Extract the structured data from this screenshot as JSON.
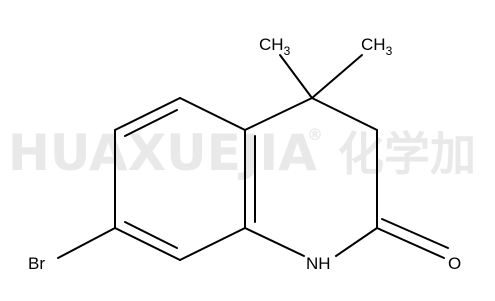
{
  "watermark": {
    "latin": "HUAXUEJIA",
    "registered_mark": "®",
    "chinese": "化学加"
  },
  "molecule": {
    "atoms": {
      "methyl_left": {
        "main": "CH",
        "sub": "3"
      },
      "methyl_right": {
        "main": "CH",
        "sub": "3"
      },
      "bromine": "Br",
      "nitrogen": "NH",
      "oxygen": "O"
    }
  },
  "colors": {
    "bond": "#000000",
    "watermark": "#e9e9e9",
    "background": "#ffffff"
  }
}
